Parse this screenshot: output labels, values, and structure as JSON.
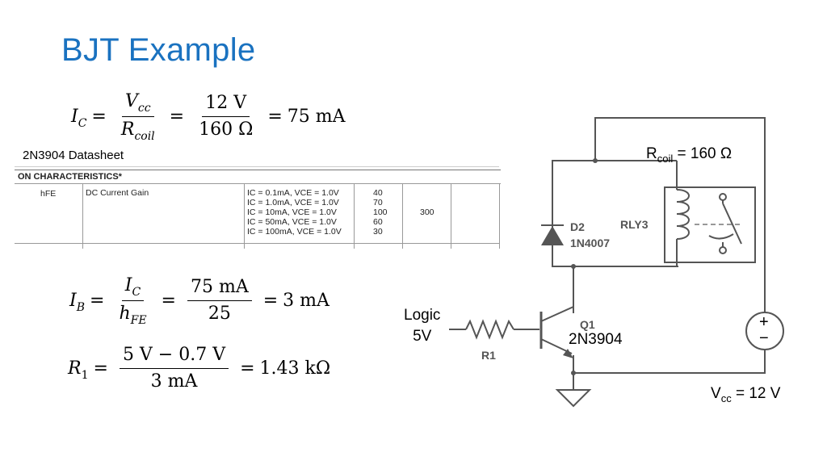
{
  "slide": {
    "title": "BJT Example"
  },
  "equation1": {
    "lhs": "I",
    "lhs_sub": "C",
    "num": "V",
    "num_sub": "cc",
    "den": "R",
    "den_sub": "coil",
    "num2": "12 V",
    "den2": "160 Ω",
    "result": "75 mA"
  },
  "equation2": {
    "lhs": "I",
    "lhs_sub": "B",
    "num": "I",
    "num_sub": "C",
    "den": "h",
    "den_sub": "FE",
    "num2": "75 mA",
    "den2": "25",
    "result": "3 mA"
  },
  "equation3": {
    "lhs": "R",
    "lhs_sub": "1",
    "num": "5 V − 0.7 V",
    "den": "3 mA",
    "result": "1.43 kΩ"
  },
  "datasheet": {
    "label": "2N3904 Datasheet",
    "section": "ON CHARACTERISTICS*",
    "symbol": "hFE",
    "parameter": "DC Current Gain",
    "conditions": [
      "IC = 0.1mA, VCE = 1.0V",
      "IC = 1.0mA, VCE = 1.0V",
      "IC = 10mA, VCE = 1.0V",
      "IC = 50mA, VCE = 1.0V",
      "IC = 100mA, VCE = 1.0V"
    ],
    "min_values": [
      "40",
      "70",
      "100",
      "60",
      "30"
    ],
    "max_value": "300"
  },
  "circuit": {
    "rcoil_label": "R",
    "rcoil_sub": "coil",
    "rcoil_value": " = 160 Ω",
    "diode_ref": "D2",
    "diode_part": "1N4007",
    "relay_ref": "RLY3",
    "transistor_ref": "Q1",
    "transistor_part": "2N3904",
    "resistor_ref": "R1",
    "logic_line1": "Logic",
    "logic_line2": "5V",
    "vcc_label": "V",
    "vcc_sub": "cc",
    "vcc_value": " = 12 V",
    "source_plus": "+",
    "source_minus": "−"
  }
}
